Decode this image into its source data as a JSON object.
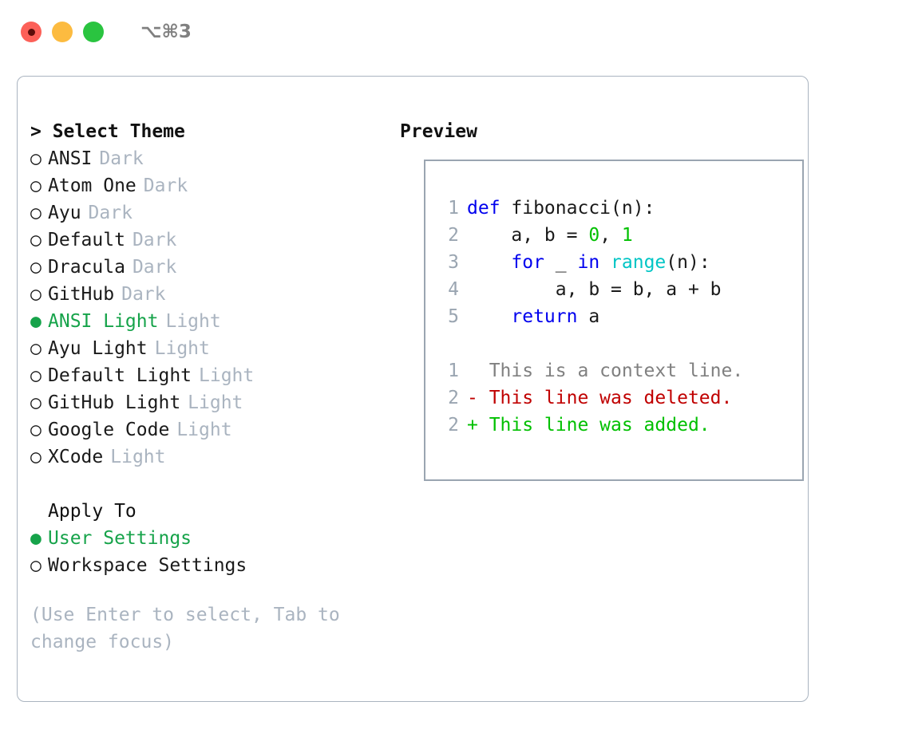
{
  "titlebar": {
    "shortcut": "⌥⌘3",
    "lights": [
      {
        "name": "close-button",
        "color": "#fc6058",
        "recording": true
      },
      {
        "name": "minimize-button",
        "color": "#fcbb40",
        "recording": false
      },
      {
        "name": "maximize-button",
        "color": "#2ac440",
        "recording": false
      }
    ]
  },
  "theme_panel": {
    "header": "> Select Theme",
    "items": [
      {
        "bullet": "○",
        "label": "ANSI",
        "tag": "Dark",
        "selected": false
      },
      {
        "bullet": "○",
        "label": "Atom One",
        "tag": "Dark",
        "selected": false
      },
      {
        "bullet": "○",
        "label": "Ayu",
        "tag": "Dark",
        "selected": false
      },
      {
        "bullet": "○",
        "label": "Default",
        "tag": "Dark",
        "selected": false
      },
      {
        "bullet": "○",
        "label": "Dracula",
        "tag": "Dark",
        "selected": false
      },
      {
        "bullet": "○",
        "label": "GitHub",
        "tag": "Dark",
        "selected": false
      },
      {
        "bullet": "●",
        "label": "ANSI Light",
        "tag": "Light",
        "selected": true
      },
      {
        "bullet": "○",
        "label": "Ayu Light",
        "tag": "Light",
        "selected": false
      },
      {
        "bullet": "○",
        "label": "Default Light",
        "tag": "Light",
        "selected": false
      },
      {
        "bullet": "○",
        "label": "GitHub Light",
        "tag": "Light",
        "selected": false
      },
      {
        "bullet": "○",
        "label": "Google Code",
        "tag": "Light",
        "selected": false
      },
      {
        "bullet": "○",
        "label": "XCode",
        "tag": "Light",
        "selected": false
      }
    ]
  },
  "apply_to": {
    "header": "Apply To",
    "items": [
      {
        "bullet": "●",
        "label": "User Settings",
        "selected": true
      },
      {
        "bullet": "○",
        "label": "Workspace Settings",
        "selected": false
      }
    ]
  },
  "hint": "(Use Enter to select, Tab to change focus)",
  "preview": {
    "header": "Preview",
    "code_lines": [
      {
        "n": "1",
        "tokens": [
          {
            "t": "def ",
            "c": "kw"
          },
          {
            "t": "fibonacci(n):",
            "c": "plain"
          }
        ]
      },
      {
        "n": "2",
        "tokens": [
          {
            "t": "    a, b = ",
            "c": "plain"
          },
          {
            "t": "0",
            "c": "num"
          },
          {
            "t": ", ",
            "c": "plain"
          },
          {
            "t": "1",
            "c": "num"
          }
        ]
      },
      {
        "n": "3",
        "tokens": [
          {
            "t": "    ",
            "c": "plain"
          },
          {
            "t": "for",
            "c": "kw"
          },
          {
            "t": " _ ",
            "c": "plain"
          },
          {
            "t": "in",
            "c": "kw"
          },
          {
            "t": " ",
            "c": "plain"
          },
          {
            "t": "range",
            "c": "fn"
          },
          {
            "t": "(n):",
            "c": "plain"
          }
        ]
      },
      {
        "n": "4",
        "tokens": [
          {
            "t": "        a, b = b, a + b",
            "c": "plain"
          }
        ]
      },
      {
        "n": "5",
        "tokens": [
          {
            "t": "    ",
            "c": "plain"
          },
          {
            "t": "return",
            "c": "kw"
          },
          {
            "t": " a",
            "c": "plain"
          }
        ]
      }
    ],
    "diff_lines": [
      {
        "n": "1",
        "text": "  This is a context line.",
        "kind": "ctx"
      },
      {
        "n": "2",
        "text": "- This line was deleted.",
        "kind": "del"
      },
      {
        "n": "2",
        "text": "+ This line was added.",
        "kind": "add"
      }
    ]
  },
  "colors": {
    "accent_green": "#16a34a",
    "keyword_blue": "#0000ee",
    "function_cyan": "#00c5c5",
    "number_green": "#00c000",
    "diff_delete_red": "#c00000",
    "diff_add_green": "#00c000",
    "muted_gray": "#aab4c0",
    "line_number_gray": "#9aa5b1",
    "border_gray": "#aab4c0",
    "preview_border": "#9aa5b1"
  }
}
